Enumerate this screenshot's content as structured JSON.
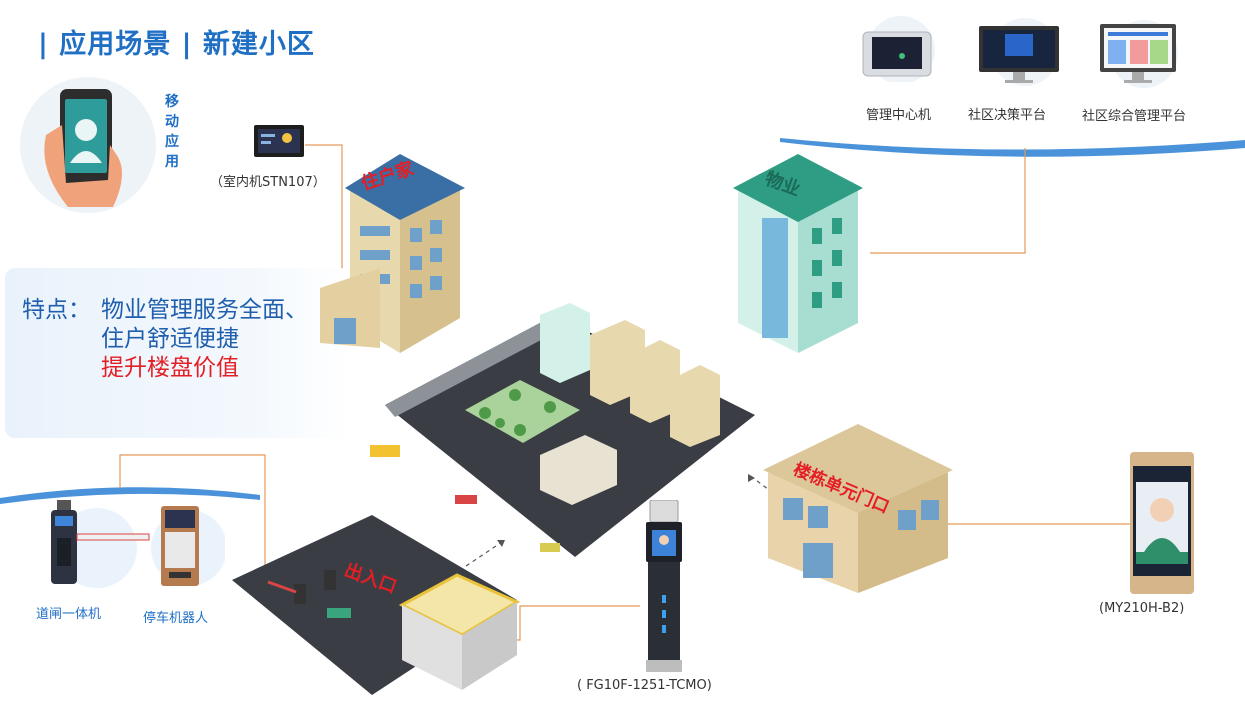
{
  "title": "| 应用场景 | 新建小区",
  "mobile_app": {
    "label": "移动应用"
  },
  "indoor_unit": {
    "label": "（室内机STN107）"
  },
  "features": {
    "label": "特点：",
    "line1": "物业管理服务全面、",
    "line2": "住户舒适便捷",
    "line3": "提升楼盘价值"
  },
  "platforms": [
    {
      "label": "管理中心机"
    },
    {
      "label": "社区决策平台"
    },
    {
      "label": "社区综合管理平台"
    }
  ],
  "buildings": {
    "resident": "住户家",
    "property": "物业",
    "unit_door": "楼栋单元门口",
    "gate": "出入口"
  },
  "devices": {
    "barrier": "道闸一体机",
    "parking_robot": "停车机器人",
    "face_terminal_gate": "( FG10F-1251-TCMO)",
    "face_terminal_door": "(MY210H-B2)"
  },
  "colors": {
    "accent": "#1f6fc5",
    "highlight": "#e31e24",
    "connector": "#e59a5b"
  }
}
